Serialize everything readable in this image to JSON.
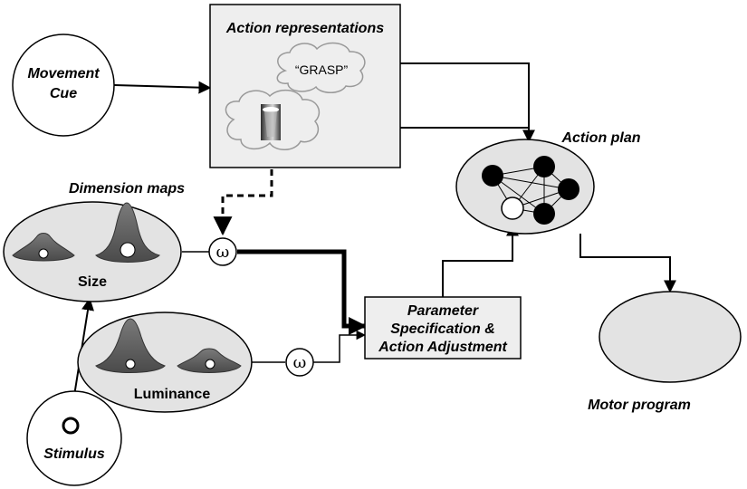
{
  "labels": {
    "movement_cue_line1": "Movement",
    "movement_cue_line2": "Cue",
    "action_representations": "Action representations",
    "grasp": "“GRASP”",
    "action_plan": "Action plan",
    "dimension_maps": "Dimension maps",
    "size": "Size",
    "luminance": "Luminance",
    "omega_size": "ω",
    "omega_luminance": "ω",
    "param_line1": "Parameter",
    "param_line2": "Specification &",
    "param_line3": "Action Adjustment",
    "motor_program": "Motor program",
    "stimulus": "Stimulus"
  },
  "colors": {
    "panel_fill": "#eeeeee",
    "ellipse_fill": "#e3e3e3",
    "node_black": "#000000",
    "node_white": "#ffffff",
    "stroke": "#000000"
  },
  "icons": {
    "glass": "glass-image-icon",
    "cloud": "thought-cloud-icon",
    "peak": "activation-peak-icon"
  }
}
